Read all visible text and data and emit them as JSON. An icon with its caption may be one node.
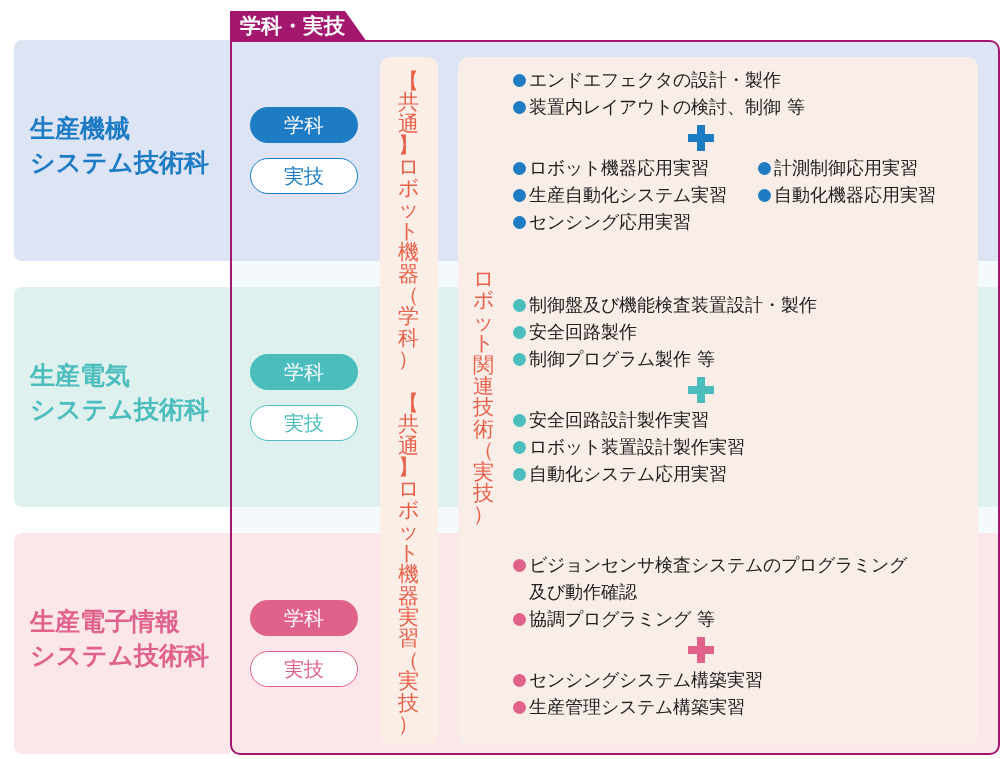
{
  "diagram": {
    "nodes": [
      {
        "text": [
          "生産機械システム技術科"
        ]
      },
      {
        "text": [
          "学科"
        ],
        "in": 9
      },
      {
        "text": [
          "実技"
        ],
        "in": 9
      },
      {
        "text": [
          "生産電気システム技術科"
        ]
      },
      {
        "text": [
          "学科"
        ],
        "in": 9
      },
      {
        "text": [
          "実技"
        ],
        "in": 9
      },
      {
        "text": [
          "生産電子情報システム技術科"
        ]
      },
      {
        "text": [
          "学科"
        ],
        "in": 9
      },
      {
        "text": [
          "実技"
        ],
        "in": 9
      },
      {
        "text": [
          "学科・実技"
        ]
      },
      {
        "text": [
          "【共通】ロボット機器（学科）",
          "【共通】ロボット機器実習（実技）"
        ],
        "in": 9
      },
      {
        "text": [
          "ロボット関連技術（実技）"
        ],
        "in": 9
      },
      {
        "text": [
          "エンドエフェクタの設計・製作",
          "装置内レイアウトの検討、制御 等",
          "ロボット機器応用実習",
          "計測制御応用実習",
          "生産自動化システム実習",
          "自動化機器応用実習",
          "センシング応用実習"
        ],
        "in": 11
      },
      {
        "text": [
          "制御盤及び機能検査装置設計・製作",
          "安全回路製作",
          "制御プログラム製作 等",
          "安全回路設計製作実習",
          "ロボット装置設計製作実習",
          "自動化システム応用実習"
        ],
        "in": 11
      },
      {
        "text": [
          "ビジョンセンサ検査システムのプログラミング及び動作確認",
          "協調プログラミング 等",
          "センシングシステム構築実習",
          "生産管理システム構築実習"
        ],
        "in": 11
      }
    ],
    "edges": []
  }
}
